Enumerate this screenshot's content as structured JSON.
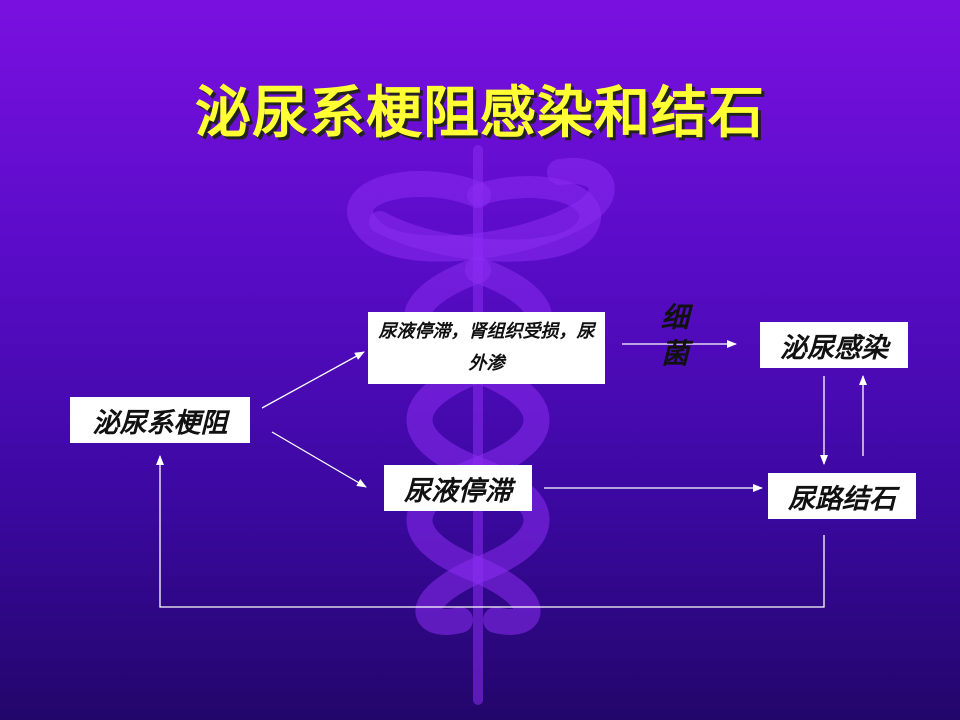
{
  "slide": {
    "title": "泌尿系梗阻感染和结石",
    "background_colors": [
      "#7a10e0",
      "#22066a"
    ],
    "title_color": "#ffff33",
    "watermark_icon": "caduceus-icon"
  },
  "nodes": {
    "obstruction": "泌尿系梗阻",
    "stasis_damage": "尿液停滞，肾组织受损，尿外渗",
    "infection": "泌尿感染",
    "stasis": "尿液停滞",
    "stone": "尿路结石"
  },
  "edge_labels": {
    "bacteria": "细菌"
  }
}
